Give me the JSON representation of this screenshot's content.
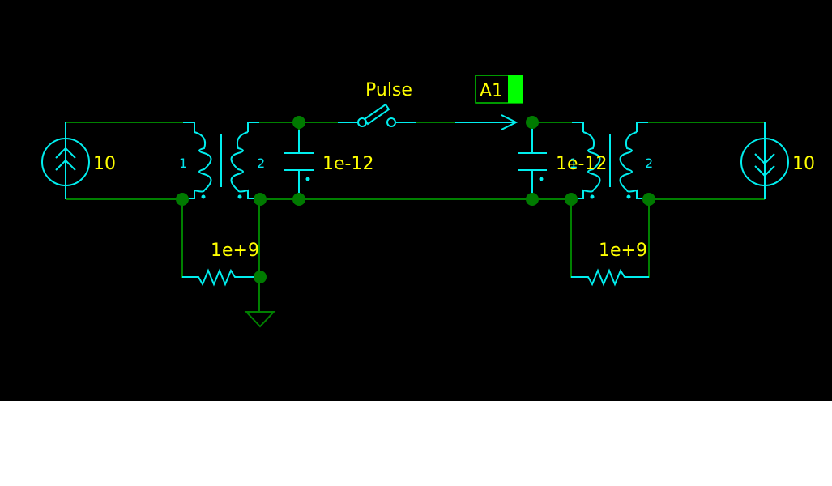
{
  "colors": {
    "background": "#000000",
    "wire": "#008000",
    "component": "#00eeee",
    "label": "#ffff00",
    "node": "#007a00",
    "probe_fill": "#00ff00"
  },
  "components": {
    "source_left": {
      "value": "10",
      "direction": "up"
    },
    "source_right": {
      "value": "10",
      "direction": "down"
    },
    "transformer_left": {
      "pin1": "1",
      "pin2": "2"
    },
    "transformer_right": {
      "pin1": "1",
      "pin2": "2"
    },
    "cap_left": {
      "value": "1e-12"
    },
    "cap_right": {
      "value": "1e-12"
    },
    "switch": {
      "label": "Pulse"
    },
    "res_left": {
      "value": "1e+9"
    },
    "res_right": {
      "value": "1e+9"
    },
    "probe": {
      "label": "A1"
    }
  }
}
